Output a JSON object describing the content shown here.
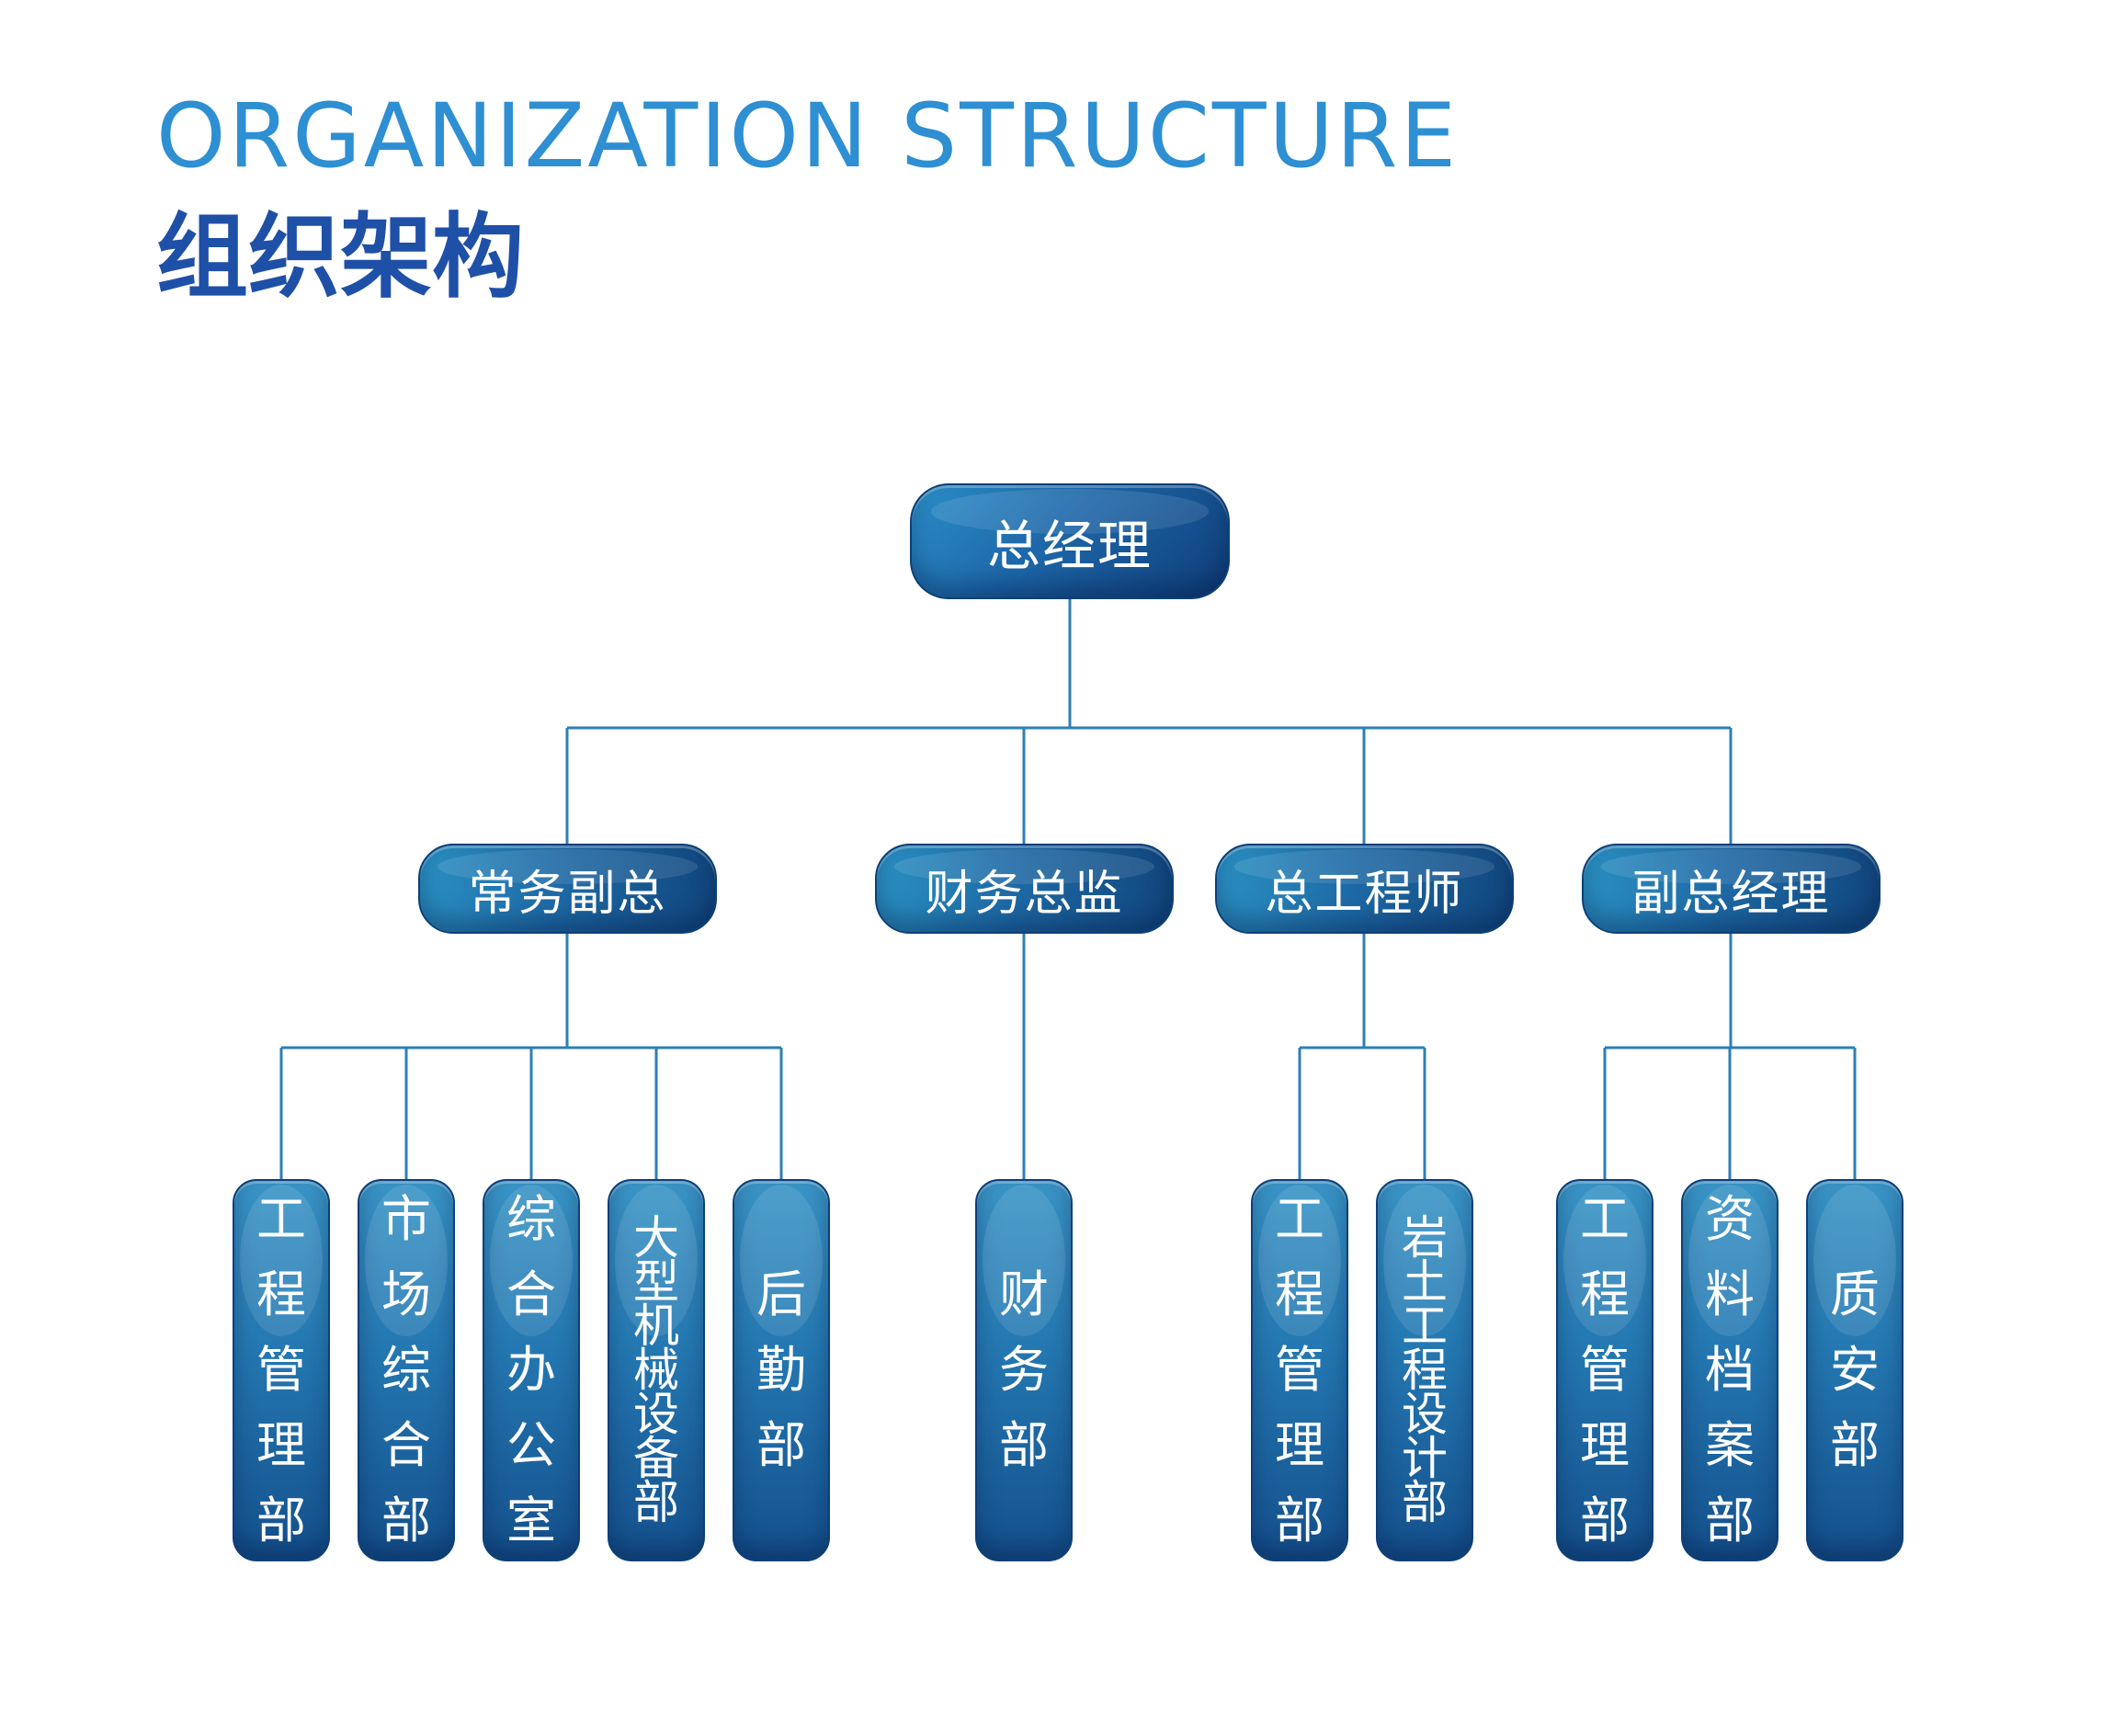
{
  "title": {
    "en": "ORGANIZATION STRUCTURE",
    "cn": "组织架构"
  },
  "colors": {
    "title_en": "#2e8fd2",
    "title_cn": "#1f50a8",
    "box_dark": "#0f3d78",
    "box_light": "#2b8fc8",
    "connector": "#2d7fb5"
  },
  "org": {
    "root": {
      "label": "总经理"
    },
    "branches": [
      {
        "label": "常务副总",
        "departments": [
          "工程管理部",
          "市场综合部",
          "综合办公室",
          "大型机械设备部",
          "后勤部"
        ]
      },
      {
        "label": "财务总监",
        "departments": [
          "财务部"
        ]
      },
      {
        "label": "总工程师",
        "departments": [
          "工程管理部",
          "岩土工程设计部"
        ]
      },
      {
        "label": "副总经理",
        "departments": [
          "工程管理部",
          "资料档案部",
          "质安部"
        ]
      }
    ]
  }
}
